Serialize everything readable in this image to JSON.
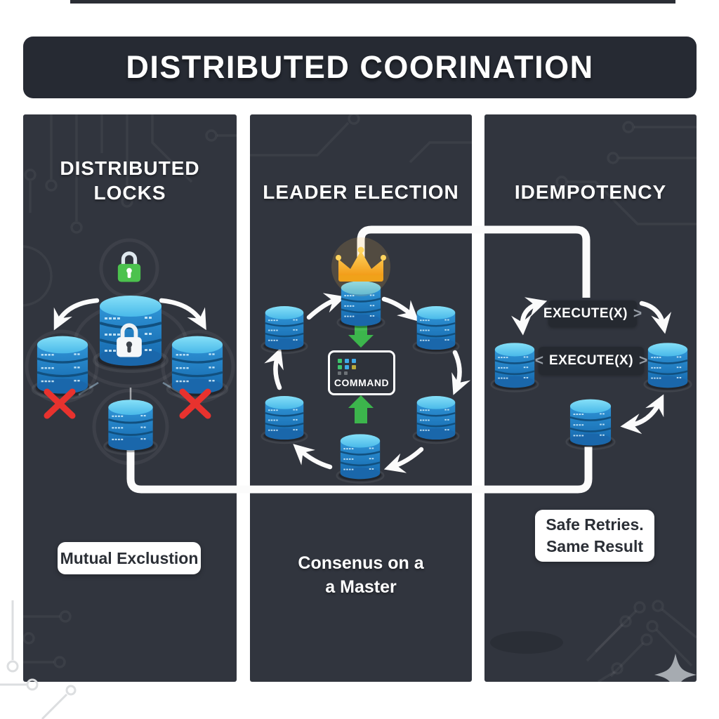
{
  "title": "DISTRIBUTED COORINATION",
  "panels": [
    {
      "id": "distributed-locks",
      "heading": "DISTRIBUTED LOCKS",
      "caption": "Mutual Exclustion"
    },
    {
      "id": "leader-election",
      "heading": "LEADER ELECTION",
      "command_label": "COMMAND",
      "caption_line1": "Consenus on a",
      "caption_line2": "a Master"
    },
    {
      "id": "idempotency",
      "heading": "IDEMPOTENCY",
      "execute_label": "EXECUTE(X)",
      "chevron_left": "<",
      "chevron_right": ">",
      "caption_line1": "Safe Retries.",
      "caption_line2": "Same Result"
    }
  ],
  "icons": {
    "database": "database-cylinder",
    "green_lock": "locked-padlock-green",
    "white_lock": "locked-padlock-white",
    "crown": "leader-crown",
    "red_x": "rejected-cross",
    "green_arrow": "command-flow-arrow",
    "curved_arrow": "replication-arrow",
    "sparkle": "four-point-star",
    "circuit": "circuit-trace"
  },
  "colors": {
    "panel_bg": "#31353e",
    "title_bg": "#262a33",
    "db_blue": "#2385cc",
    "db_top_blue": "#5ecdf0",
    "lock_green": "#4cc24e",
    "arrow_green": "#3cb54c",
    "cross_red": "#e8322e",
    "crown_gold": "#f5a623",
    "line_white": "#fbfbfb"
  }
}
